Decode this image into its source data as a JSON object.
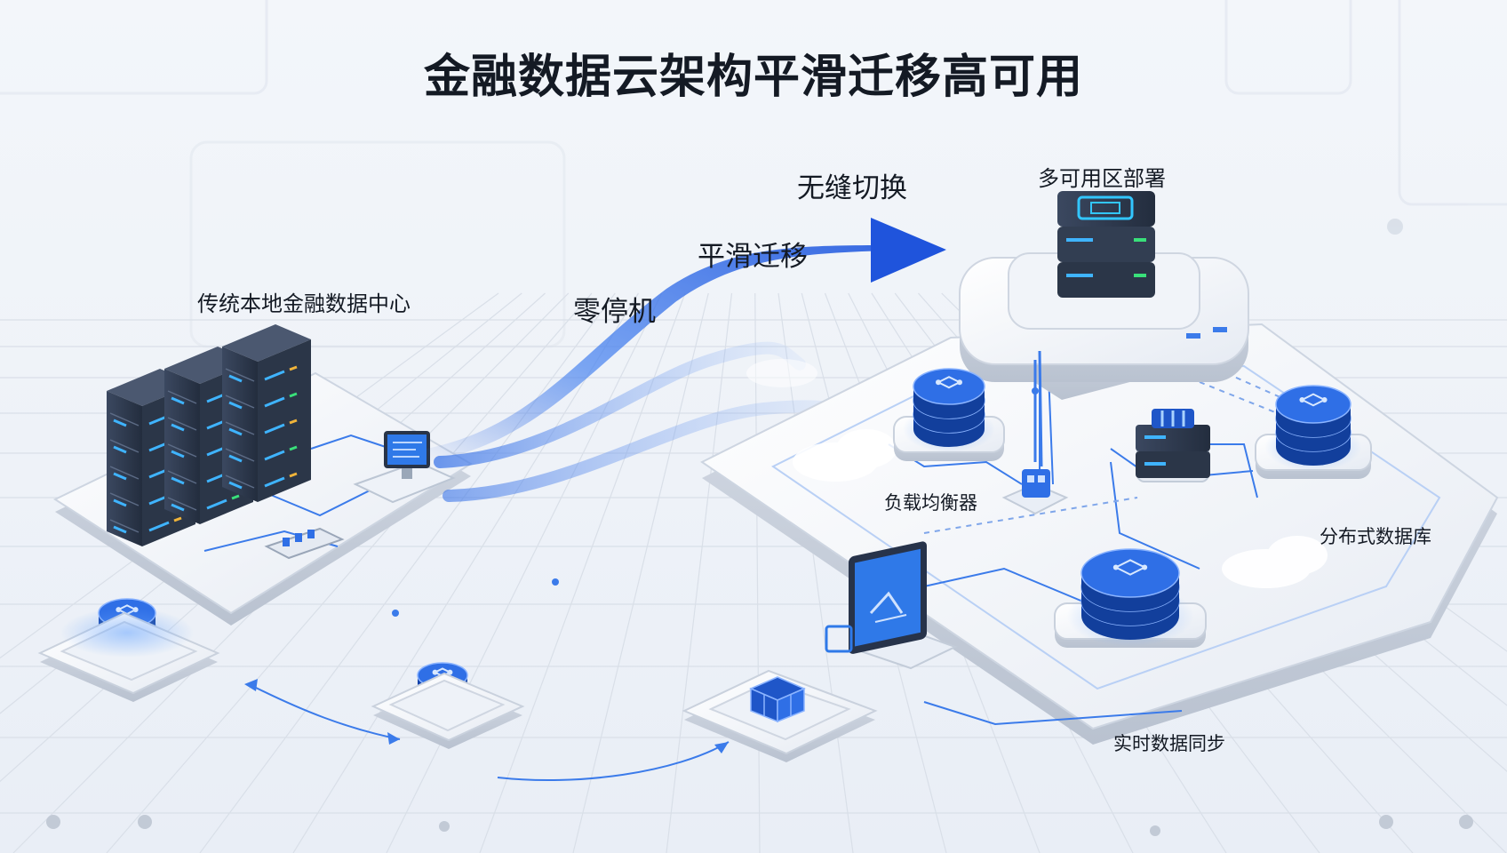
{
  "title": "金融数据云架构平滑迁移高可用",
  "labels": {
    "traditional_dc": "传统本地金融数据中心",
    "zero_downtime": "零停机",
    "smooth_migration": "平滑迁移",
    "seamless_switch": "无缝切换",
    "multi_az": "多可用区部署",
    "load_balancer": "负载均衡器",
    "distributed_db": "分布式数据库",
    "realtime": "实时数据同步"
  },
  "colors": {
    "accent_blue": "#2b63e0",
    "db_blue": "#1f56c8",
    "server_dark": "#2e3a4e",
    "platform": "#f7f9fc"
  }
}
